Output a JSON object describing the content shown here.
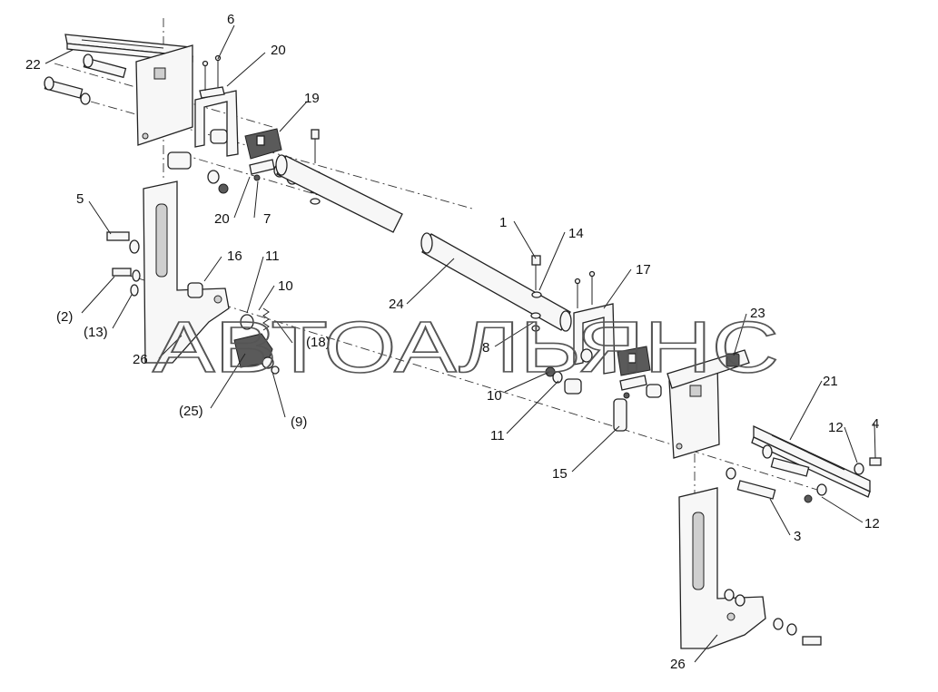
{
  "watermark": "АВТОАЛЬЯНС",
  "callouts": {
    "c22": "22",
    "c6": "6",
    "c20a": "20",
    "c19": "19",
    "c20b": "20",
    "c7": "7",
    "c5": "5",
    "c16": "16",
    "c11a": "11",
    "c10a": "10",
    "c2": "(2)",
    "c13": "(13)",
    "c18": "(18)",
    "c26a": "26",
    "c25": "(25)",
    "c9": "(9)",
    "c24": "24",
    "c1": "1",
    "c14": "14",
    "c17": "17",
    "c23": "23",
    "c8": "8",
    "c10b": "10",
    "c11b": "11",
    "c15": "15",
    "c21": "21",
    "c12a": "12",
    "c4": "4",
    "c3": "3",
    "c12b": "12",
    "c26b": "26"
  }
}
